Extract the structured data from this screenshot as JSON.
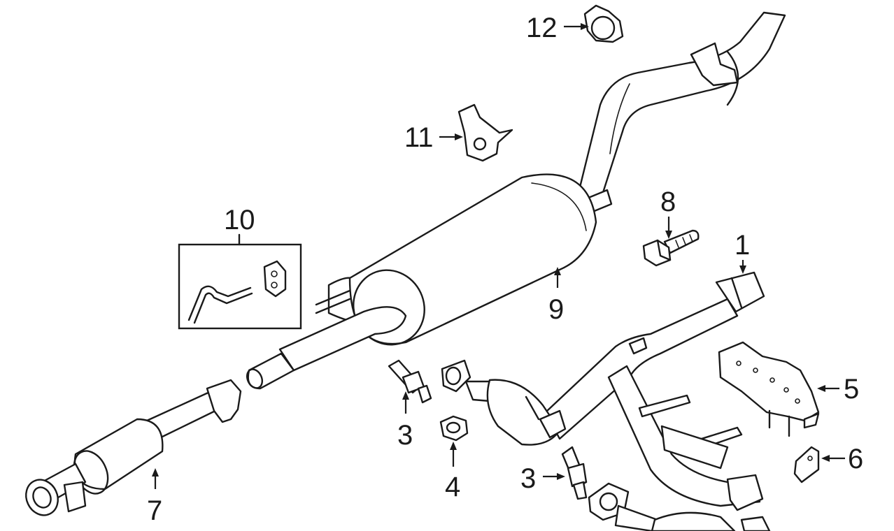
{
  "callouts": {
    "c1": "1",
    "c3a": "3",
    "c3b": "3",
    "c4": "4",
    "c5": "5",
    "c6": "6",
    "c7": "7",
    "c8": "8",
    "c9": "9",
    "c10": "10",
    "c11": "11",
    "c12": "12"
  }
}
